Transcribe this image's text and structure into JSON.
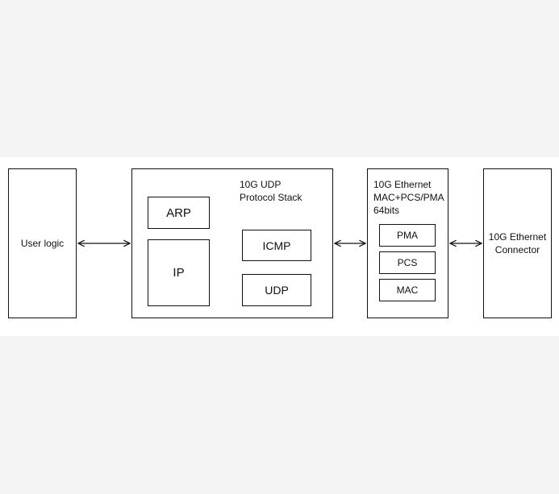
{
  "diagram": {
    "user_logic": "User logic",
    "udp_stack": {
      "title": "10G UDP\nProtocol Stack",
      "arp": "ARP",
      "ip": "IP",
      "icmp": "ICMP",
      "udp": "UDP"
    },
    "ethernet_mac": {
      "title": "10G Ethernet\nMAC+PCS/PMA\n64bits",
      "pma": "PMA",
      "pcs": "PCS",
      "mac": "MAC"
    },
    "connector": "10G Ethernet\nConnector"
  }
}
